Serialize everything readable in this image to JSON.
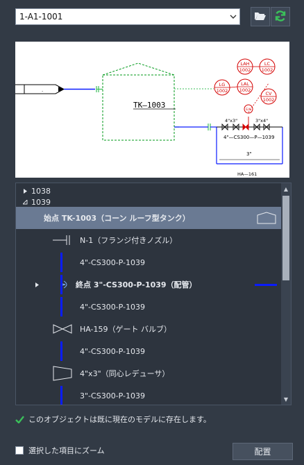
{
  "header": {
    "document_select": "1-A1-1001",
    "open_icon": "folder-open-icon",
    "refresh_icon": "refresh-icon"
  },
  "preview": {
    "tank_label": "TK—1003",
    "instruments": {
      "lah": [
        "LAH",
        "1002"
      ],
      "lg": [
        "LG",
        "1002"
      ],
      "lc": [
        "LC",
        "1002"
      ],
      "lal": [
        "LAL",
        "1002"
      ],
      "cv": [
        "CV",
        "1002"
      ],
      "ea": "E/A"
    },
    "reducer_left": "4\"x3\"",
    "reducer_right": "3\"x4\"",
    "line_label": "4\"—CS300—P—1039",
    "bypass_size": "3\"",
    "valve_tag": "HA—161"
  },
  "tree": {
    "group_collapsed": "1038",
    "group_expanded": "1039",
    "items": [
      {
        "text": "始点 TK-1003（コーン ルーフ型タンク）"
      },
      {
        "text": "N-1（フランジ付きノズル）"
      },
      {
        "text": "4\"-CS300-P-1039"
      },
      {
        "text": "終点 3\"-CS300-P-1039（配管）"
      },
      {
        "text": "4\"-CS300-P-1039"
      },
      {
        "text": "HA-159（ゲート バルブ）"
      },
      {
        "text": "4\"-CS300-P-1039"
      },
      {
        "text": "4\"x3\"（同心レデューサ）"
      },
      {
        "text": "3\"-CS300-P-1039"
      }
    ]
  },
  "status": {
    "message": "このオブジェクトは既に現在のモデルに存在します。"
  },
  "footer": {
    "zoom_label": "選択した項目にズーム",
    "place_button": "配置"
  },
  "colors": {
    "accent_green": "#3bbf5a",
    "pipe_blue": "#0a1cff",
    "instrument_red": "#d40000",
    "selection": "#6a7a93"
  }
}
